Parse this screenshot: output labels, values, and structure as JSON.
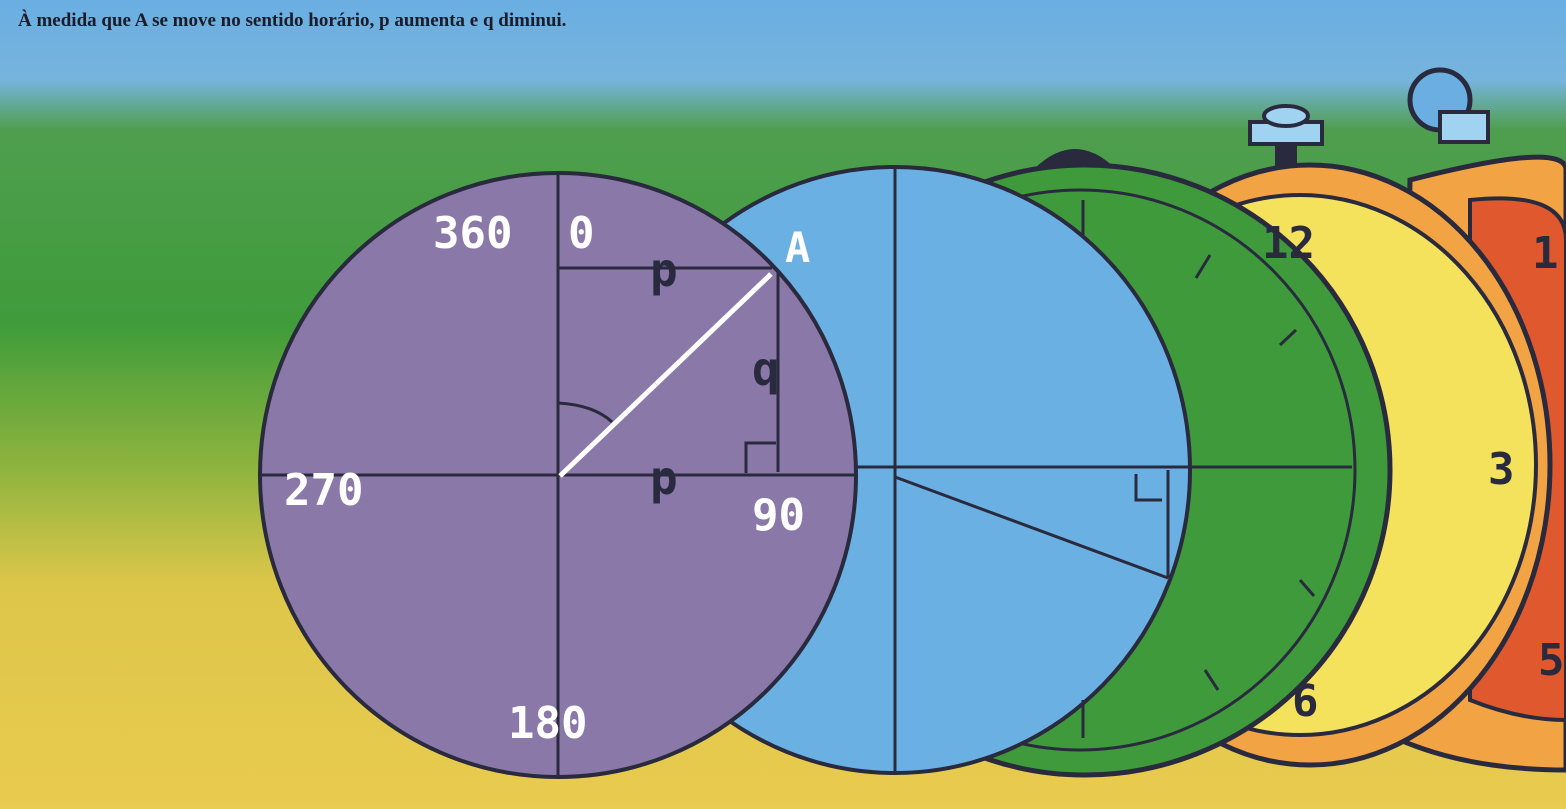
{
  "caption": "À medida que A se move no sentido horário, p aumenta e q diminui.",
  "diagram": {
    "point_label": "A",
    "segment_labels": {
      "p_top": "p",
      "p_bottom": "p",
      "q": "q"
    },
    "degree_labels": {
      "top_left": "360",
      "top_right": "0",
      "right": "90",
      "bottom": "180",
      "left": "270"
    },
    "clock_numbers": {
      "twelve": "12",
      "three": "3",
      "six": "6",
      "one": "1",
      "five": "5"
    },
    "colors": {
      "sky": "#6aaee2",
      "grass": "#3f9c3a",
      "ground": "#e6c84a",
      "purple_disc": "#8a78a8",
      "blue_disc": "#6bb0e3",
      "green_watch": "#3f9a3c",
      "orange_watch": "#f2a445",
      "yellow_face": "#f4e15c",
      "red_watch": "#e0582e",
      "outline": "#2a2a3e",
      "radius_line": "#ffffff"
    }
  }
}
